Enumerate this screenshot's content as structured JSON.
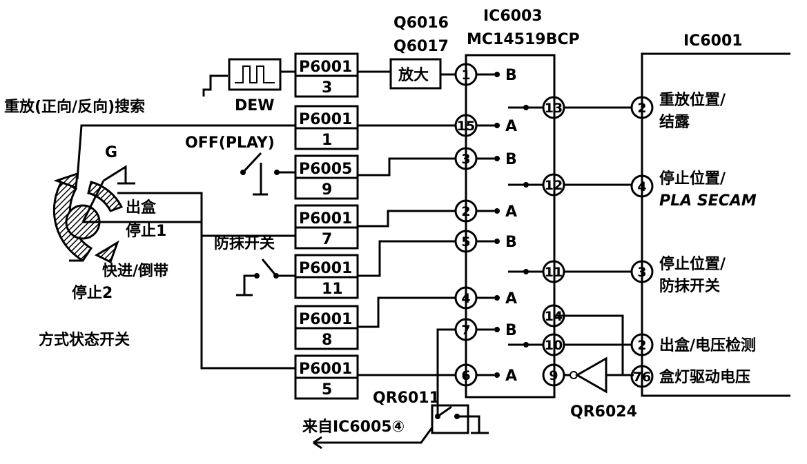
{
  "labels": {
    "q6016": "Q6016",
    "q6017": "Q6017",
    "ic6003": "IC6003",
    "mc14519": "MC14519BCP",
    "ic6001": "IC6001",
    "amp": "放大",
    "dew": "DEW",
    "search": "重放(正向/反向)搜索",
    "off_play": "OFF(PLAY)",
    "g": "G",
    "eject_stop1_a": "出盒",
    "eject_stop1_b": "停止1",
    "anti_erase_switch": "防抹开关",
    "ff_rew": "快进/倒带",
    "stop2": "停止2",
    "mode_switch": "方式状态开关",
    "qr6011": "QR6011",
    "from_ic6005": "来自IC6005④",
    "qr6024": "QR6024"
  },
  "connectors": [
    {
      "name": "P6001",
      "pin": "3"
    },
    {
      "name": "P6001",
      "pin": "1"
    },
    {
      "name": "P6005",
      "pin": "9"
    },
    {
      "name": "P6001",
      "pin": "7"
    },
    {
      "name": "P6001",
      "pin": "11"
    },
    {
      "name": "P6001",
      "pin": "8"
    },
    {
      "name": "P6001",
      "pin": "5"
    }
  ],
  "ic6003_left_pins": [
    {
      "num": "1",
      "side": "B"
    },
    {
      "num": "15",
      "side": "A"
    },
    {
      "num": "3",
      "side": "B"
    },
    {
      "num": "2",
      "side": "A"
    },
    {
      "num": "5",
      "side": "B"
    },
    {
      "num": "4",
      "side": "A"
    },
    {
      "num": "7",
      "side": "B"
    },
    {
      "num": "6",
      "side": "A"
    }
  ],
  "ic6003_right_pins": [
    "13",
    "12",
    "11",
    "14",
    "10",
    "9"
  ],
  "ic6001_pins": [
    {
      "num": "2",
      "line1": "重放位置/",
      "line2": "结露"
    },
    {
      "num": "4",
      "line1": "停止位置/",
      "line2": "PLA SECAM"
    },
    {
      "num": "3",
      "line1": "停止位置/",
      "line2": "防抹开关"
    },
    {
      "num": "2",
      "line1": "出盒/电压检测",
      "line2": ""
    },
    {
      "num": "76",
      "line1": "盒灯驱动电压",
      "line2": ""
    }
  ]
}
